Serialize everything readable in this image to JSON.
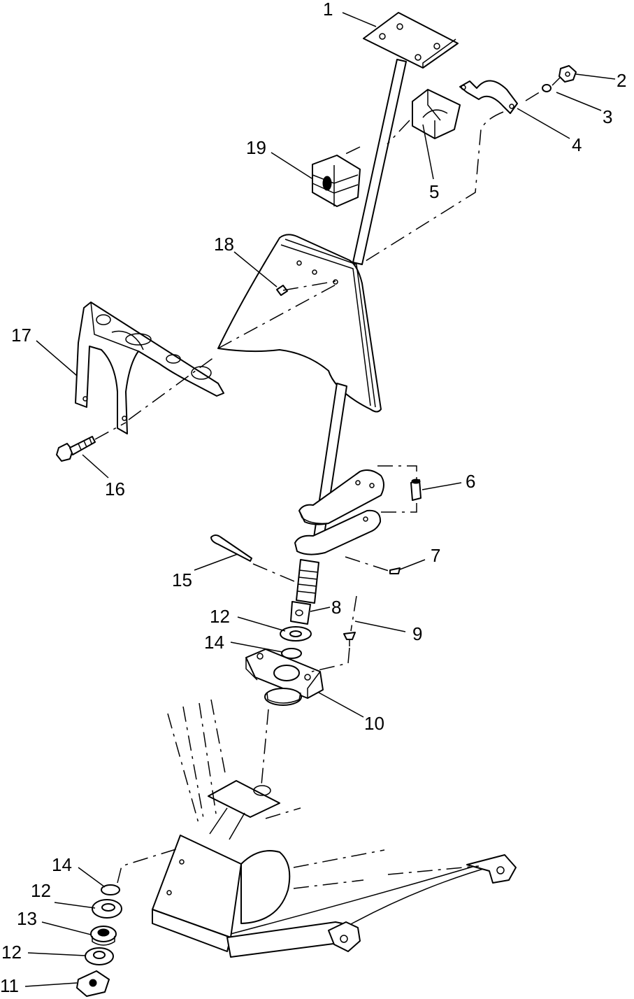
{
  "callouts": [
    {
      "id": "1",
      "label": "1"
    },
    {
      "id": "2",
      "label": "2"
    },
    {
      "id": "3",
      "label": "3"
    },
    {
      "id": "4",
      "label": "4"
    },
    {
      "id": "5",
      "label": "5"
    },
    {
      "id": "6",
      "label": "6"
    },
    {
      "id": "7",
      "label": "7"
    },
    {
      "id": "8",
      "label": "8"
    },
    {
      "id": "9",
      "label": "9"
    },
    {
      "id": "10",
      "label": "10"
    },
    {
      "id": "11",
      "label": "11"
    },
    {
      "id": "12a",
      "label": "12"
    },
    {
      "id": "12b",
      "label": "12"
    },
    {
      "id": "12c",
      "label": "12"
    },
    {
      "id": "13",
      "label": "13"
    },
    {
      "id": "14a",
      "label": "14"
    },
    {
      "id": "14b",
      "label": "14"
    },
    {
      "id": "15",
      "label": "15"
    },
    {
      "id": "16",
      "label": "16"
    },
    {
      "id": "17",
      "label": "17"
    },
    {
      "id": "18",
      "label": "18"
    },
    {
      "id": "19",
      "label": "19"
    }
  ]
}
